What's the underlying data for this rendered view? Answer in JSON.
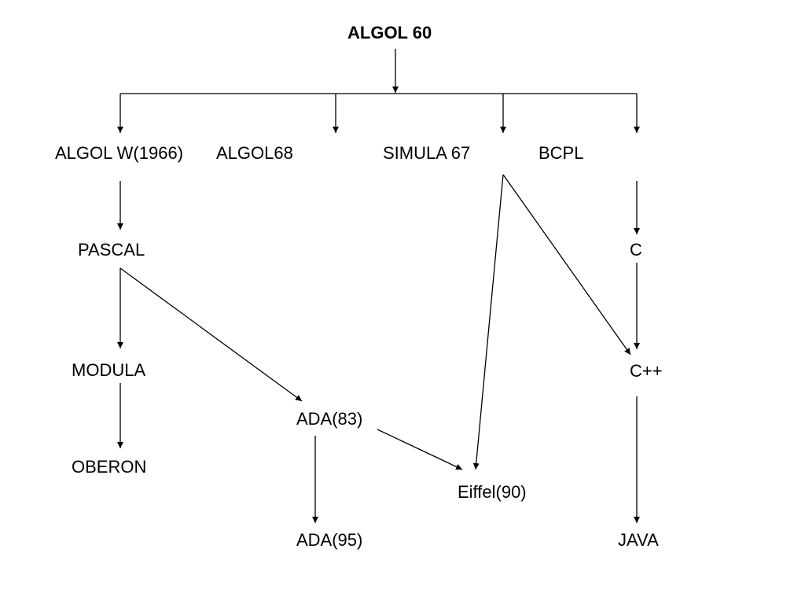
{
  "diagram": {
    "colors": {
      "line": "#000000",
      "text": "#000000",
      "background": "#ffffff"
    },
    "nodes": {
      "algol60": "ALGOL 60",
      "algolw": "ALGOL W(1966)",
      "algol68": "ALGOL68",
      "simula67": "SIMULA 67",
      "bcpl": "BCPL",
      "pascal": "PASCAL",
      "c": "C",
      "modula": "MODULA",
      "cpp": "C++",
      "ada83": "ADA(83)",
      "oberon": "OBERON",
      "eiffel90": "Eiffel(90)",
      "ada95": "ADA(95)",
      "java": "JAVA"
    },
    "edges": [
      {
        "from": "algol60",
        "to": "algolw"
      },
      {
        "from": "algol60",
        "to": "algol68"
      },
      {
        "from": "algol60",
        "to": "simula67"
      },
      {
        "from": "algol60",
        "to": "bcpl"
      },
      {
        "from": "algolw",
        "to": "pascal"
      },
      {
        "from": "pascal",
        "to": "modula"
      },
      {
        "from": "pascal",
        "to": "ada83"
      },
      {
        "from": "modula",
        "to": "oberon"
      },
      {
        "from": "ada83",
        "to": "ada95"
      },
      {
        "from": "ada83",
        "to": "eiffel90"
      },
      {
        "from": "simula67",
        "to": "eiffel90"
      },
      {
        "from": "simula67",
        "to": "cpp"
      },
      {
        "from": "bcpl",
        "to": "c"
      },
      {
        "from": "c",
        "to": "cpp"
      },
      {
        "from": "cpp",
        "to": "java"
      }
    ]
  }
}
